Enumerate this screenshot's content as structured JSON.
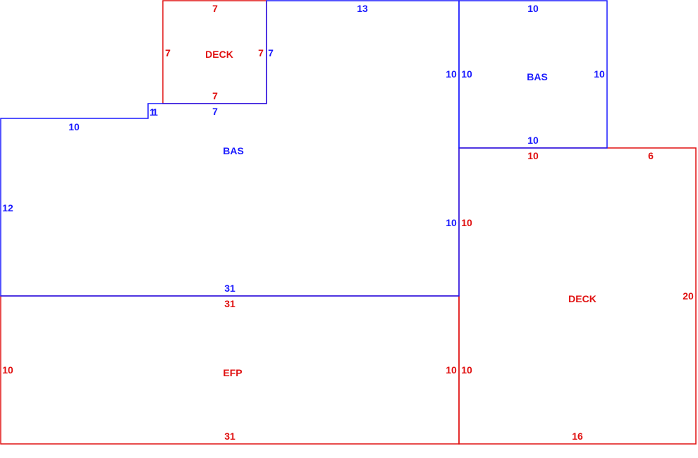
{
  "colors": {
    "living": "#1a1aff",
    "exterior": "#e01010"
  },
  "areas": {
    "main_bas": {
      "label": "BAS"
    },
    "upper_bas": {
      "label": "BAS"
    },
    "upper_deck": {
      "label": "DECK"
    },
    "lower_deck": {
      "label": "DECK"
    },
    "efp": {
      "label": "EFP"
    }
  },
  "dimensions": {
    "main_bas": {
      "top_left": "10",
      "notch": "1",
      "notch_inner": "1",
      "under_deck": "7",
      "top_right": "13",
      "right_upper": "10",
      "right_lower": "10",
      "bottom": "31",
      "left": "12",
      "deck_side": "7"
    },
    "upper_bas": {
      "top": "10",
      "left": "10",
      "right": "10",
      "bottom": "10"
    },
    "upper_deck": {
      "top": "7",
      "left": "7",
      "right": "7",
      "bottom": "7"
    },
    "lower_deck": {
      "top": "10",
      "top_right": "6",
      "left": "10",
      "right": "20",
      "left_lower": "10",
      "bottom": "16"
    },
    "efp": {
      "top": "31",
      "left": "10",
      "right": "10",
      "bottom": "31"
    }
  }
}
